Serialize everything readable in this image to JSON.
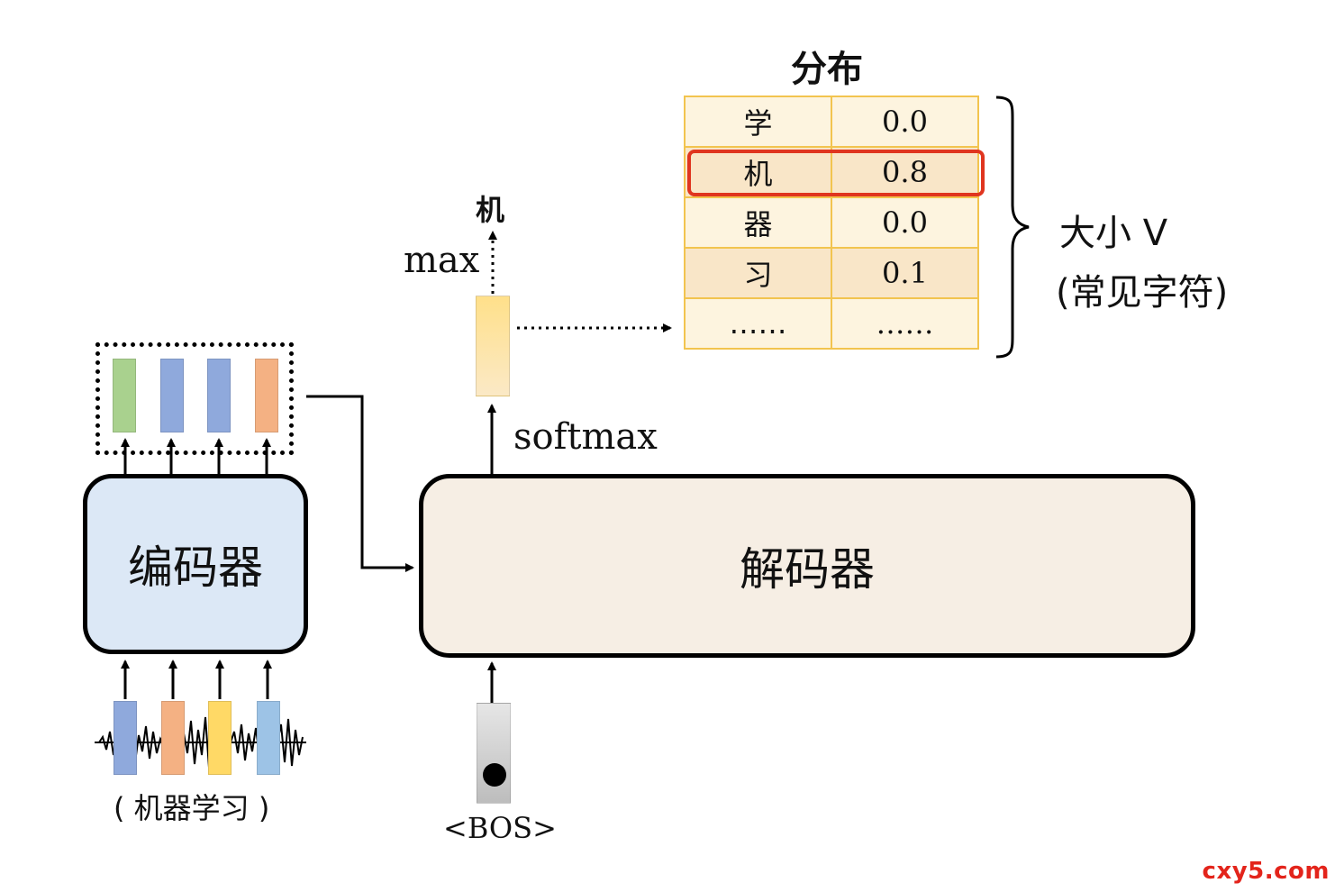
{
  "encoder": {
    "label": "编码器"
  },
  "decoder": {
    "label": "解码器"
  },
  "input": {
    "caption": "( 机器学习 )"
  },
  "bos": {
    "label": "<BOS>"
  },
  "softmax_label": "softmax",
  "max_label": "max",
  "output_token": "机",
  "distribution": {
    "title": "分布",
    "rows": [
      {
        "token": "学",
        "prob": "0.0"
      },
      {
        "token": "机",
        "prob": "0.8"
      },
      {
        "token": "器",
        "prob": "0.0"
      },
      {
        "token": "习",
        "prob": "0.1"
      },
      {
        "token": "……",
        "prob": "……"
      }
    ],
    "size_label": "大小 V",
    "size_note": "(常见字符)"
  },
  "colors": {
    "encoder_out": [
      "#a9d18e",
      "#8fa9dc",
      "#8fa9dc",
      "#f4b183"
    ],
    "encoder_in": [
      "#8fa9dc",
      "#f4b183",
      "#ffd966",
      "#9dc3e6"
    ],
    "highlight": "#e0351f",
    "table_border": "#f2c44f"
  },
  "watermark": "cxy5.com"
}
